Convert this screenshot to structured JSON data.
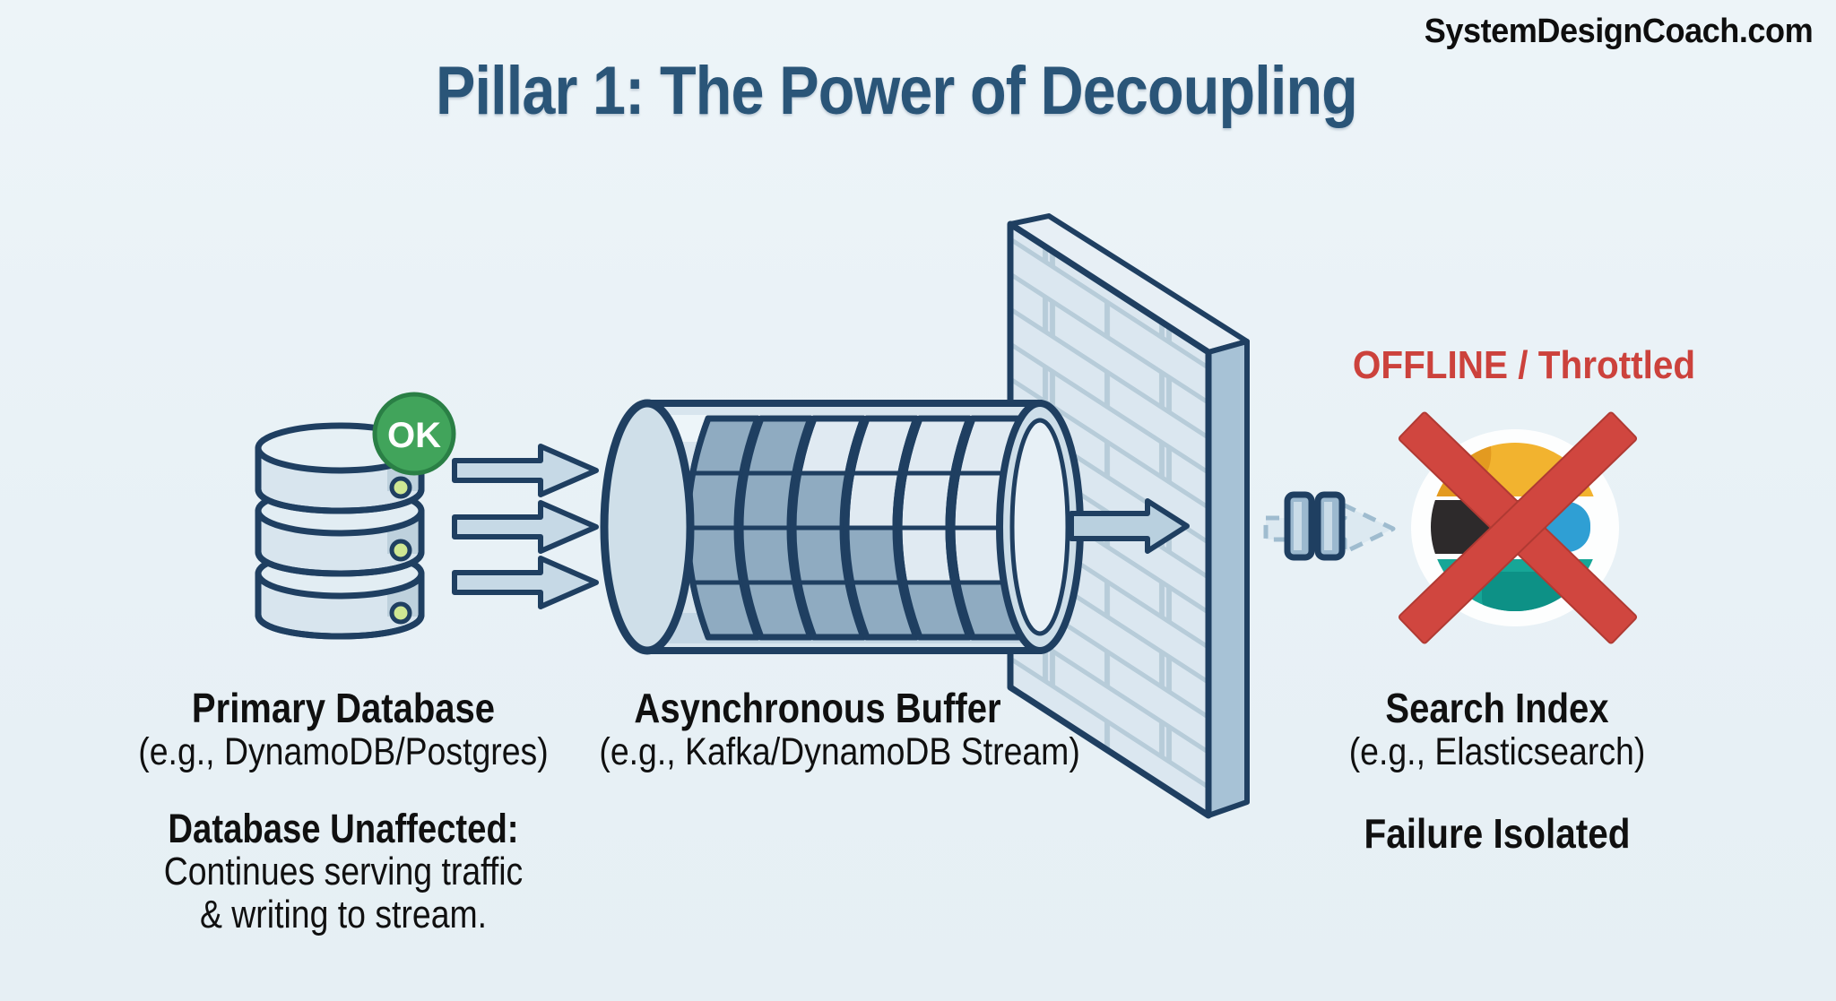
{
  "brand": "SystemDesignCoach.com",
  "title": "Pillar 1: The Power of Decoupling",
  "colors": {
    "navy": "#1f3f61",
    "title_blue": "#2a5578",
    "red": "#cc423c",
    "green": "#41a45b",
    "green_dark": "#2a7f45",
    "led_green": "#cfe793",
    "fill_light": "#d8e5ee",
    "fill_cap": "#cddee9",
    "cell_dark": "#8fabc1",
    "wall_side": "#a7c2d6",
    "brick_line": "#b7ccd9",
    "es_yellow": "#f2b32f",
    "es_orange": "#e39a20",
    "es_black": "#2d2a2b",
    "es_blue": "#2f9fd4",
    "es_teal": "#17a697",
    "es_teal_dark": "#0d9186"
  },
  "database": {
    "label": "Primary Database",
    "sublabel": "(e.g., DynamoDB/Postgres)",
    "badge": "OK",
    "note_title": "Database Unaffected:",
    "note_line1": "Continues serving traffic",
    "note_line2": "& writing to stream."
  },
  "buffer": {
    "label": "Asynchronous Buffer",
    "sublabel": "(e.g., Kafka/DynamoDB Stream)",
    "segments": [
      [
        1,
        1,
        1,
        1
      ],
      [
        1,
        1,
        1,
        1
      ],
      [
        0,
        1,
        1,
        1
      ],
      [
        0,
        0,
        1,
        1
      ],
      [
        0,
        0,
        0,
        1
      ],
      [
        0,
        0,
        0,
        1
      ]
    ]
  },
  "search": {
    "status": "OFFLINE / Throttled",
    "label": "Search Index",
    "sublabel": "(e.g., Elasticsearch)",
    "note": "Failure Isolated"
  }
}
